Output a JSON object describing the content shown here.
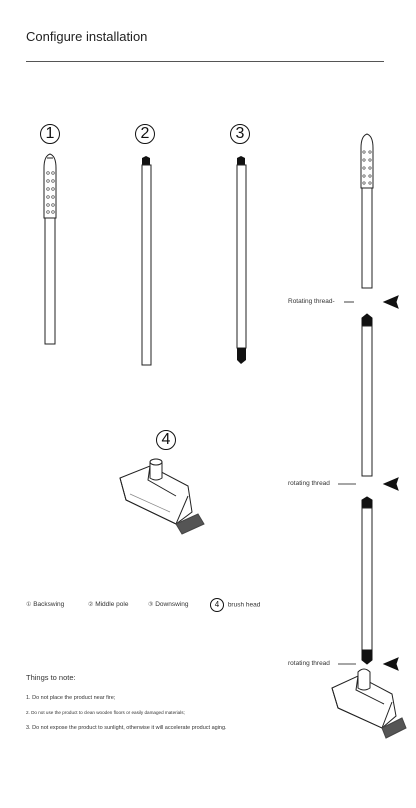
{
  "header": {
    "title": "Configure installation"
  },
  "steps": [
    {
      "number": "1"
    },
    {
      "number": "2"
    },
    {
      "number": "3"
    },
    {
      "number": "4"
    }
  ],
  "legend": [
    {
      "number": "①",
      "label": "Backswing"
    },
    {
      "number": "②",
      "label": "Middle pole"
    },
    {
      "number": "③",
      "label": "Downswing"
    },
    {
      "number": "4",
      "label": "brush head"
    }
  ],
  "notes": {
    "title": "Things to note:",
    "items": [
      "1. Do not place the product near fire;",
      "2. Do not use the product to clean wooden floors or easily damaged materials;",
      "3. Do not expose the product to sunlight, otherwise it will accelerate product aging."
    ]
  },
  "assembly": {
    "labels": [
      "Rotating thread-",
      "rotating thread",
      "rotating thread"
    ]
  }
}
